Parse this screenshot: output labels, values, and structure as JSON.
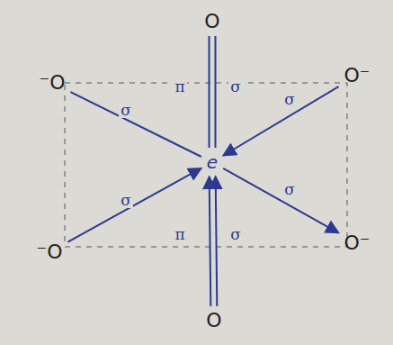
{
  "diagram": {
    "nodes": [
      {
        "text": [
          "O"
        ]
      },
      {
        "text": [
          "⁻O"
        ]
      },
      {
        "text": [
          "O⁻"
        ]
      },
      {
        "text": [
          "e"
        ]
      },
      {
        "text": [
          "⁻O"
        ]
      },
      {
        "text": [
          "O⁻"
        ]
      },
      {
        "text": [
          "O"
        ]
      }
    ],
    "edges": [
      {
        "from": 0,
        "to": 3,
        "arrow": "none",
        "label": "σ"
      },
      {
        "from": 1,
        "to": 3,
        "arrow": "none",
        "label": "σ"
      },
      {
        "from": 2,
        "to": 3,
        "arrow": "to",
        "label": "σ"
      },
      {
        "from": 4,
        "to": 3,
        "arrow": "to",
        "label": "σ"
      },
      {
        "from": 3,
        "to": 5,
        "arrow": "to",
        "label": "σ"
      },
      {
        "from": 6,
        "to": 3,
        "arrow": "to",
        "label": "σ"
      }
    ],
    "labels": [
      "π",
      "π"
    ]
  }
}
